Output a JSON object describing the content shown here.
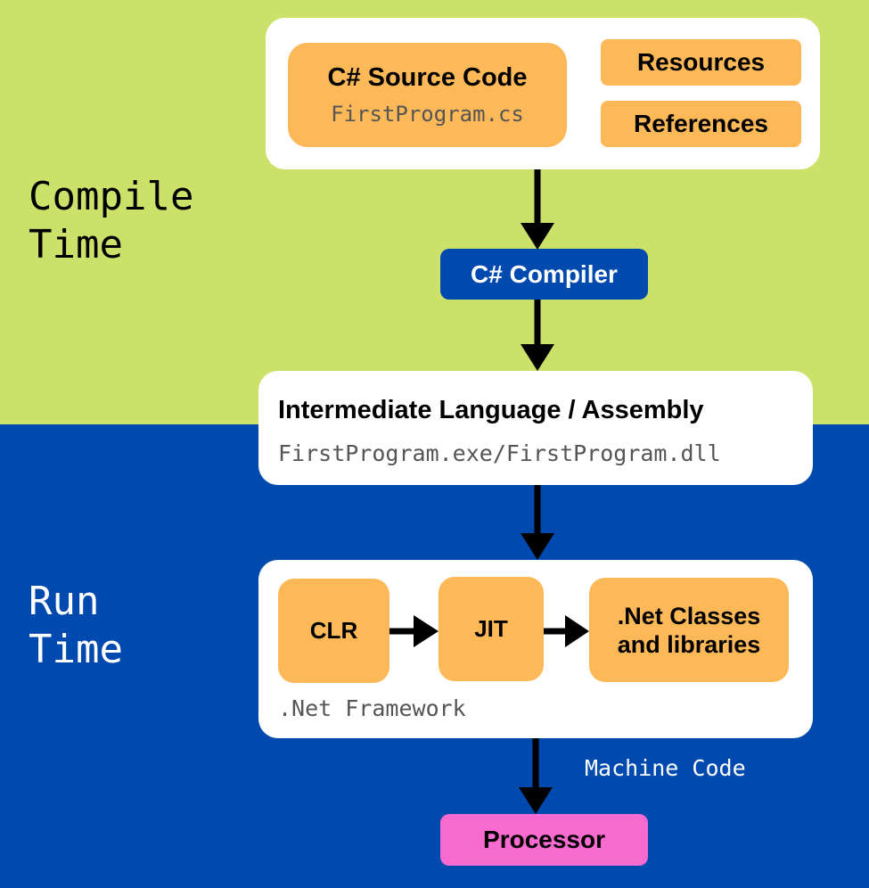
{
  "colors": {
    "compile_bg": "#cbe16a",
    "run_bg": "#0049ae",
    "orange": "#fdb957",
    "compiler_bg": "#0049ae",
    "processor_bg": "#f76ad0"
  },
  "phases": {
    "compile": "Compile\nTime",
    "run": "Run\nTime"
  },
  "source": {
    "title": "C# Source Code",
    "file": "FirstProgram.cs",
    "resources": "Resources",
    "references": "References"
  },
  "compiler": {
    "label": "C# Compiler"
  },
  "il": {
    "title": "Intermediate Language / Assembly",
    "file": "FirstProgram.exe/FirstProgram.dll"
  },
  "framework": {
    "clr": "CLR",
    "jit": "JIT",
    "libraries": ".Net Classes\nand libraries",
    "label": ".Net Framework"
  },
  "machine_code": "Machine Code",
  "processor": {
    "label": "Processor"
  }
}
